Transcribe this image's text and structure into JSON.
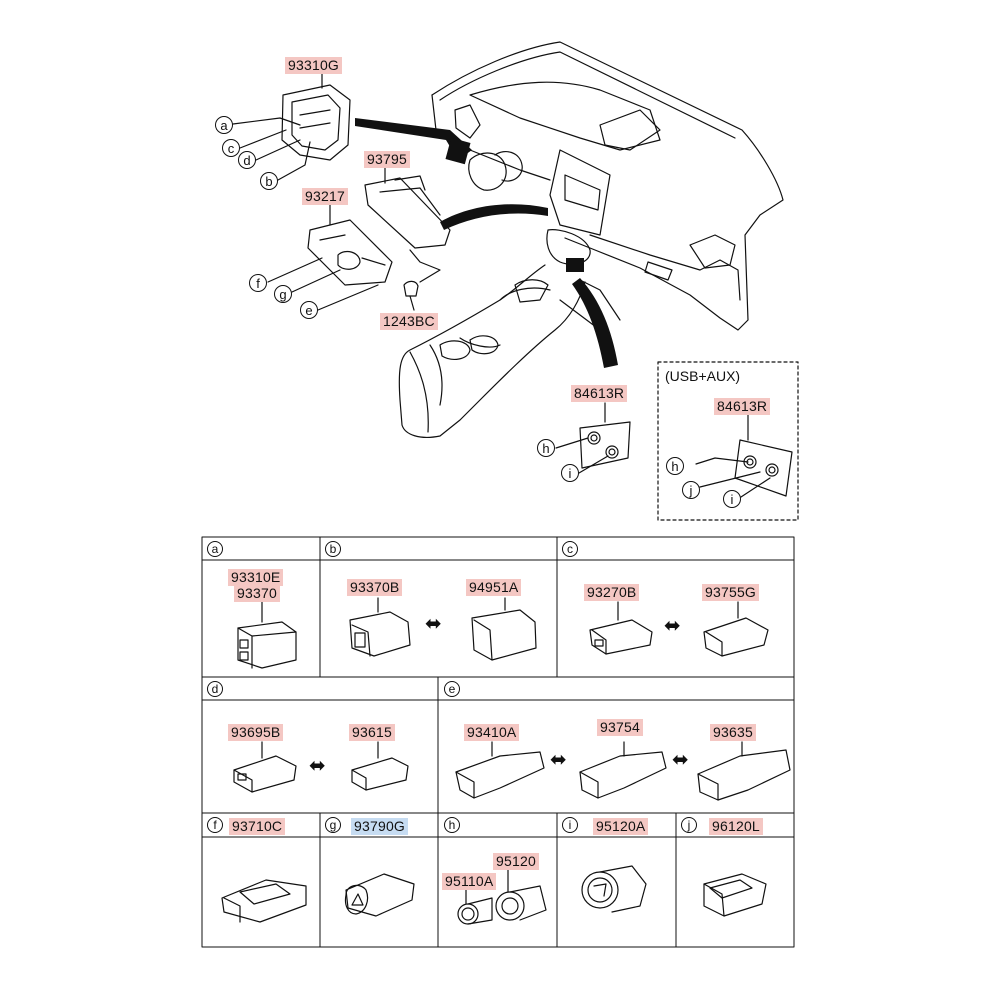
{
  "callouts": {
    "p93310G": "93310G",
    "p93795": "93795",
    "p93217": "93217",
    "p1243BC": "1243BC",
    "p84613R": "84613R",
    "p84613R_usb": "84613R",
    "usb_note": "(USB+AUX)"
  },
  "letters": {
    "a": "a",
    "b": "b",
    "c": "c",
    "d": "d",
    "e": "e",
    "f": "f",
    "g": "g",
    "h": "h",
    "i": "i",
    "j": "j"
  },
  "table": {
    "a": {
      "parts": [
        "93310E",
        "93370"
      ]
    },
    "b": {
      "parts": [
        "93370B",
        "94951A"
      ]
    },
    "c": {
      "parts": [
        "93270B",
        "93755G"
      ]
    },
    "d": {
      "parts": [
        "93695B",
        "93615"
      ]
    },
    "e": {
      "parts": [
        "93410A",
        "93754",
        "93635"
      ]
    },
    "f": {
      "part": "93710C"
    },
    "g": {
      "part": "93790G"
    },
    "h": {
      "parts": [
        "95120",
        "95110A"
      ]
    },
    "i": {
      "part": "95120A"
    },
    "j": {
      "part": "96120L"
    }
  },
  "colors": {
    "label_bg": "#f4c7c3",
    "highlight_bg": "#c6dcf2",
    "line": "#111111"
  }
}
